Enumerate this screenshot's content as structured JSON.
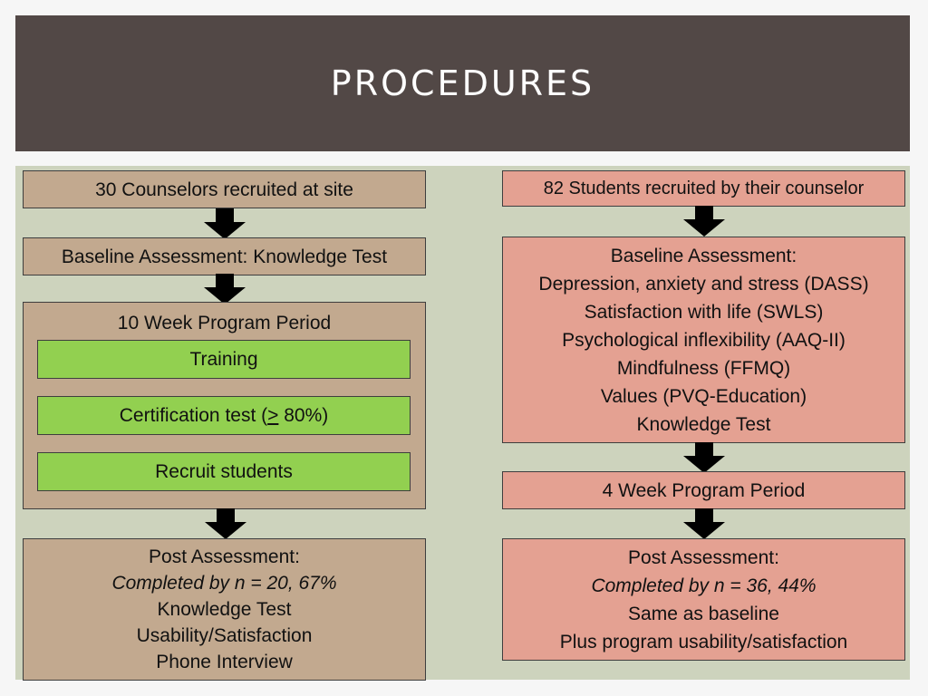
{
  "title": "PROCEDURES",
  "left": {
    "step1": "30 Counselors recruited at site",
    "step2": "Baseline Assessment: Knowledge Test",
    "step3": {
      "title": "10 Week Program Period",
      "training": "Training",
      "certification_prefix": "Certification test (",
      "certification_symbol": ">",
      "certification_suffix": " 80%)",
      "recruit": "Recruit students"
    },
    "step4": {
      "line1": "Post Assessment:",
      "line2": "Completed by n = 20, 67%",
      "line3": "Knowledge Test",
      "line4": "Usability/Satisfaction",
      "line5": "Phone Interview"
    }
  },
  "right": {
    "step1": "82 Students recruited by their counselor",
    "step2": {
      "line1": "Baseline Assessment:",
      "line2": "Depression, anxiety and stress (DASS)",
      "line3": "Satisfaction with life (SWLS)",
      "line4": "Psychological inflexibility (AAQ-II)",
      "line5": "Mindfulness (FFMQ)",
      "line6": "Values (PVQ-Education)",
      "line7": "Knowledge Test"
    },
    "step3": "4 Week Program Period",
    "step4": {
      "line1": "Post Assessment:",
      "line2": "Completed by n = 36, 44%",
      "line3": "Same as baseline",
      "line4": "Plus program usability/satisfaction"
    }
  },
  "colors": {
    "header_bg": "#524846",
    "panel_bg": "#cdd3bd",
    "counselor_box": "#c2a98f",
    "student_box": "#e4a192",
    "activity_box": "#92d050"
  }
}
